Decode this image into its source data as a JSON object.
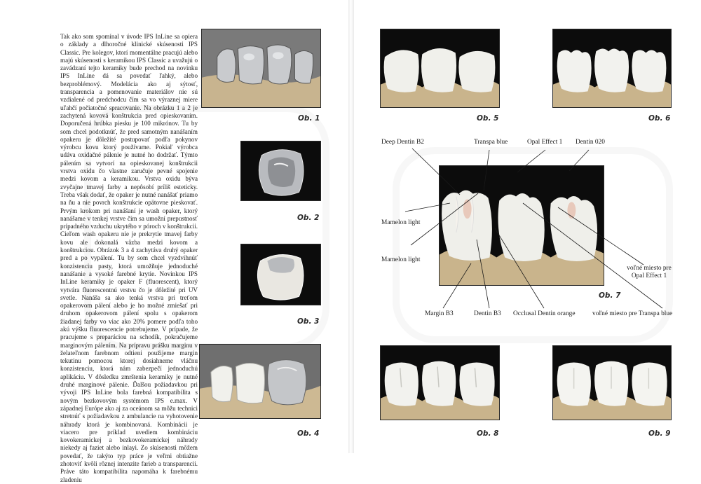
{
  "article": {
    "body_text": "Tak ako som spomínal v úvode IPS InLine sa opiera o základy a dlhoročné klinické skúsenosti IPS Classic. Pre kolegov, ktorí momentálne pracujú alebo majú skúsenosti s keramikou IPS Classic a uvažujú o zavádzaní tejto keramiky bude prechod na novinku IPS InLine dá sa povedať ľahký, alebo bezproblémový. Modelácia ako aj sýtosť, transparencia a pomenovanie materiálov nie sú vzdialené od predchodcu čím sa vo výraznej miere uľahčí počiatočné spracovanie. Na obrázku 1 a 2 je zachytená kovová konštrukcia pred opieskovaním. Doporučená hrúbka piesku je 100 mikrónov. Tu by som chcel podotknúť, že pred samotným nanášaním opakeru je dôležité postupovať podľa pokynov výrobcu kovu ktorý používame. Pokiaľ výrobca udáva oxidačné pálenie je nutné ho dodržať. Týmto pálením sa vytvorí na opieskovanej konštrukcii vrstva oxidu čo vlastne zaručuje pevné spojenie medzi kovom a keramikou. Vrstva oxidu býva zvyčajne tmavej farby a nepôsobí príliš esteticky. Treba však dodať, že opaker je nutné nanášať priamo na ňu a nie povrch konštrukcie opätovne pieskovať. Prvým krokom pri nanášaní je wash opaker, ktorý nanášame v tenkej vrstve čím sa umožní prepustnosť prípadného vzduchu ukrytého v póroch v konštrukcii. Cieľom wash opakeru nie je prekrytie tmavej farby kovu ale dokonalá väzba medzi kovom a konštrukciou. Obrázok 3 a 4 zachytáva druhý opaker pred a po vypálení. Tu by som chcel vyzdvihnúť konzistenciu pasty, ktorá umožňuje jednoduché nanášanie a vysoké farebné krytie. Novinkou IPS InLine keramiky je opaker F (fluorescent), ktorý vytvára fluorescentnú vrstvu čo je dôležité pri UV svetle. Nanáša sa ako tenká vrstva pri treťom opakerovom pálení alebo je ho možné zmiešať pri druhom opakerovom pálení spolu s opakerom žiadanej farby vo viac ako 20% pomere podľa toho akú výšku fluorescencie potrebujeme. V prípade, že pracujeme s preparáciou na schodík, pokračujeme marginovým pálením. Na prípravu prášku marginu v želateľnom farebnom odtieni použijeme margin tekutinu pomocou ktorej dosiahneme vláčnu konzistenciu, ktorá nám zabezpečí jednoduchú aplikáciu. V dôsledku zmrštenia keramiky je nutné druhé marginové pálenie. Ďalšou požiadavkou pri vývoji IPS InLine bola farebná kompatibilita s novým bezkovovým systémom IPS e.max. V západnej Európe ako aj za oceánom sa môžu technici stretnúť s požiadavkou z ambulancie na vyhotovenie náhrady ktorá je kombinovaná. Kombinácii je viacero pre príklad uvediem kombináciu kovokeramickej a bezkovokeramickej náhrady niekedy aj faziet alebo inlayi. Zo skúsenosti môžem povedať, že takýto typ práce je veľmi obtiažne zhotoviť kvôli rôznej intenzite farieb a transparencii. Práve táto kompatibilita napomáha k farebnému zladeniu"
  },
  "figures": [
    {
      "id": "fig1",
      "caption": "Ob. 1"
    },
    {
      "id": "fig2",
      "caption": "Ob. 2"
    },
    {
      "id": "fig3",
      "caption": "Ob. 3"
    },
    {
      "id": "fig4",
      "caption": "Ob. 4"
    },
    {
      "id": "fig5",
      "caption": "Ob. 5"
    },
    {
      "id": "fig6",
      "caption": "Ob. 6"
    },
    {
      "id": "fig7",
      "caption": "Ob. 7"
    },
    {
      "id": "fig8",
      "caption": "Ob. 8"
    },
    {
      "id": "fig9",
      "caption": "Ob. 9"
    }
  ],
  "annotations": {
    "deep_dentin": "Deep Dentin B2",
    "transpa_blue": "Transpa blue",
    "opal_effect": "Opal Effect 1",
    "dentin_020": "Dentin 020",
    "mamelon_1": "Mamelon light",
    "mamelon_2": "Mamelon light",
    "margin": "Margin B3",
    "dentin_b3": "Dentin B3",
    "occlusal": "Occlusal Dentin orange",
    "free_transpa": "voľné miesto pre Transpa blue",
    "free_opal_1": "voľné miesto pre",
    "free_opal_2": "Opal Effect 1"
  },
  "colors": {
    "page": "#ffffff",
    "text": "#1a1a1a",
    "photo_black": "#0c0c0c",
    "porcelain": "#f1f1ec",
    "gypsum": "#c9b48c",
    "metal": "#c7c9cc"
  }
}
